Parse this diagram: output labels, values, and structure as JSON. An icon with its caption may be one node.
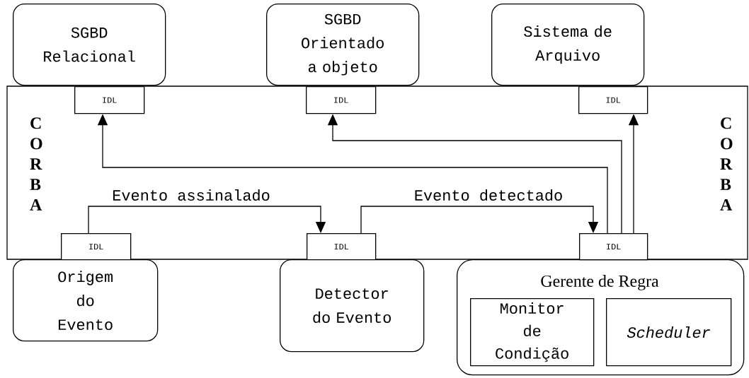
{
  "diagram": {
    "nodes": [
      {
        "text": [
          "C O R B A",
          "C O R B A"
        ]
      },
      {
        "text": [
          "SGBD Relacional"
        ]
      },
      {
        "text": [
          "SGBD Orientado a objeto"
        ]
      },
      {
        "text": [
          "Sistema de Arquivo"
        ]
      },
      {
        "text": [
          "IDL"
        ],
        "in": 0
      },
      {
        "text": [
          "IDL"
        ],
        "in": 0
      },
      {
        "text": [
          "IDL"
        ],
        "in": 0
      },
      {
        "text": [
          "IDL"
        ],
        "in": 0
      },
      {
        "text": [
          "IDL"
        ],
        "in": 0
      },
      {
        "text": [
          "IDL"
        ],
        "in": 0
      },
      {
        "text": [
          "Origem do Evento"
        ]
      },
      {
        "text": [
          "Detector do Evento"
        ]
      },
      {
        "text": [
          "Gerente de Regra"
        ]
      },
      {
        "text": [
          "Monitor de Condição"
        ],
        "in": 12
      },
      {
        "text": [
          "Scheduler"
        ],
        "in": 12
      }
    ],
    "edges": [
      {
        "from": 7,
        "to": 8,
        "arrow": "to",
        "label": "Evento assinalado"
      },
      {
        "from": 8,
        "to": 9,
        "arrow": "to",
        "label": "Evento detectado"
      },
      {
        "from": 9,
        "to": 4,
        "arrow": "to"
      },
      {
        "from": 9,
        "to": 5,
        "arrow": "to"
      },
      {
        "from": 9,
        "to": 6,
        "arrow": "to"
      }
    ]
  }
}
